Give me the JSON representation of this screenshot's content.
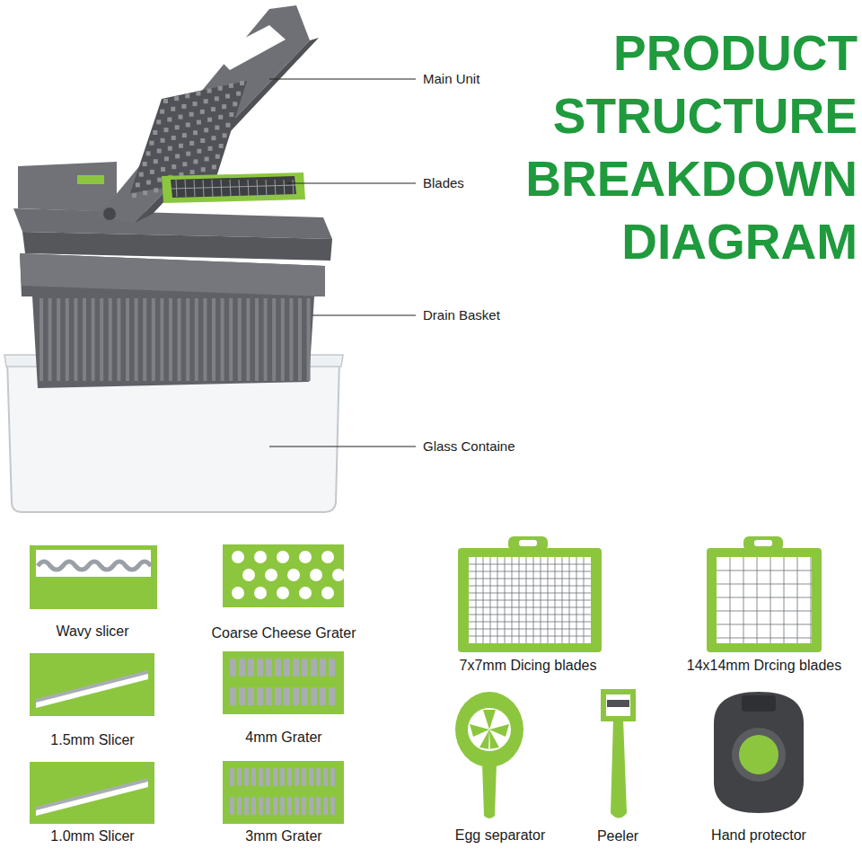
{
  "diagram": {
    "title": "PRODUCT STRUCTURE BREAKDOWN DIAGRAM",
    "labels": [
      "Main Unit",
      "Blades",
      "Drain Basket",
      "Glass Containe",
      "Wavy slicer",
      "Coarse Cheese Grater",
      "1.5mm Slicer",
      "4mm Grater",
      "1.0mm Slicer",
      "3mm Grater",
      "7x7mm Dicing blades",
      "14x14mm Drcing blades",
      "Egg separator",
      "Peeler",
      "Hand protector"
    ]
  }
}
